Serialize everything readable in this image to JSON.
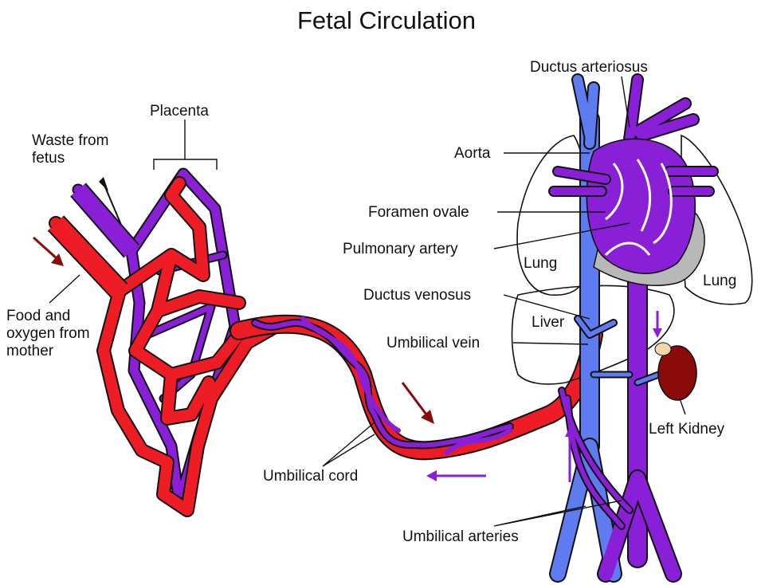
{
  "title": "Fetal Circulation",
  "labels": {
    "placenta": "Placenta",
    "waste_line1": "Waste from",
    "waste_line2": "fetus",
    "food_line1": "Food and",
    "food_line2": "oxygen from",
    "food_line3": "mother",
    "umbilical_cord": "Umbilical cord",
    "ductus_arteriosus": "Ductus arteriosus",
    "aorta": "Aorta",
    "foramen_ovale": "Foramen ovale",
    "pulmonary_artery": "Pulmonary artery",
    "lung_left": "Lung",
    "lung_right": "Lung",
    "ductus_venosus": "Ductus venosus",
    "liver": "Liver",
    "umbilical_vein": "Umbilical vein",
    "left_kidney": "Left Kidney",
    "umbilical_arteries": "Umbilical arteries"
  },
  "colors": {
    "oxygenated": "#ee1c24",
    "deoxygenated": "#8a1fd8",
    "mixed": "#5f7bf0",
    "kidney": "#8b0a0a",
    "heart_shade": "#b8b8b8",
    "outline": "#111111"
  }
}
